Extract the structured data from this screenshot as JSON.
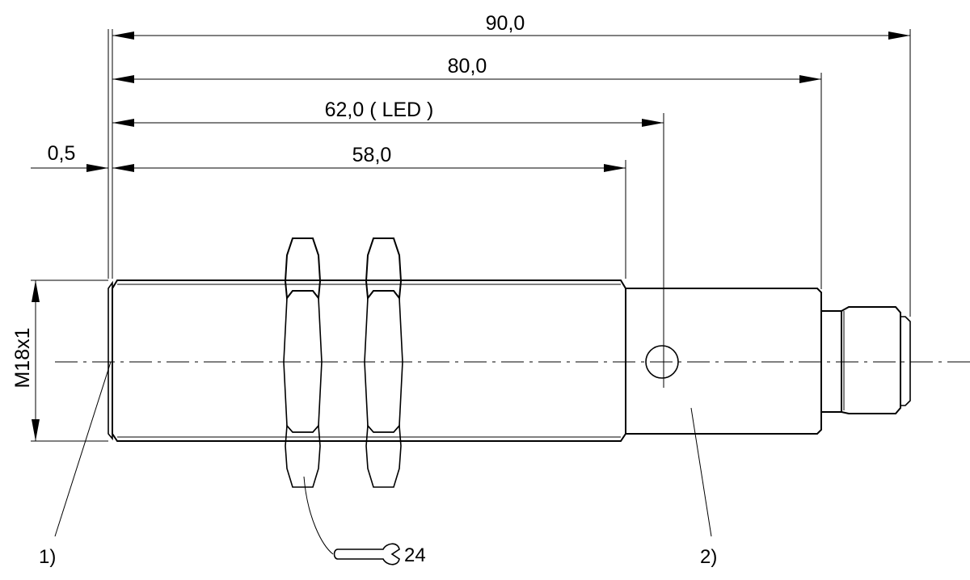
{
  "dimensions": {
    "overall": "90,0",
    "body_to_connector": "80,0",
    "led": "62,0 ( LED )",
    "thread_length": "58,0",
    "face_offset": "0,5",
    "thread": "M18x1"
  },
  "labels": {
    "note1": "1)",
    "note2": "2)",
    "wrench_size": "24"
  },
  "colors": {
    "line": "#000000",
    "background": "#ffffff"
  }
}
